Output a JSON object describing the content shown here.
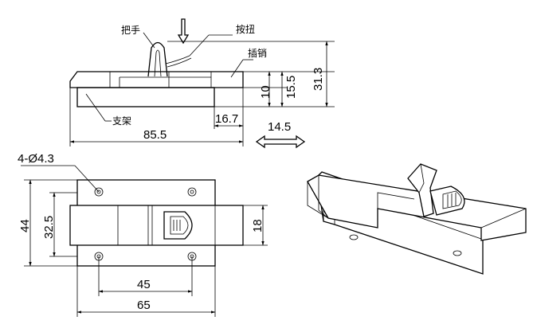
{
  "labels": {
    "handle": "把手",
    "button": "按扭",
    "pin": "插销",
    "bracket": "支架"
  },
  "dims": {
    "height_total": "31.3",
    "height_mid": "15.5",
    "height_low": "10",
    "length_total": "85.5",
    "offset": "16.7",
    "stroke": "14.5",
    "holes": "4-Ø4.3",
    "width_outer": "44",
    "width_inner": "32.5",
    "pin_dia": "18",
    "hole_spacing": "45",
    "base_length": "65"
  }
}
